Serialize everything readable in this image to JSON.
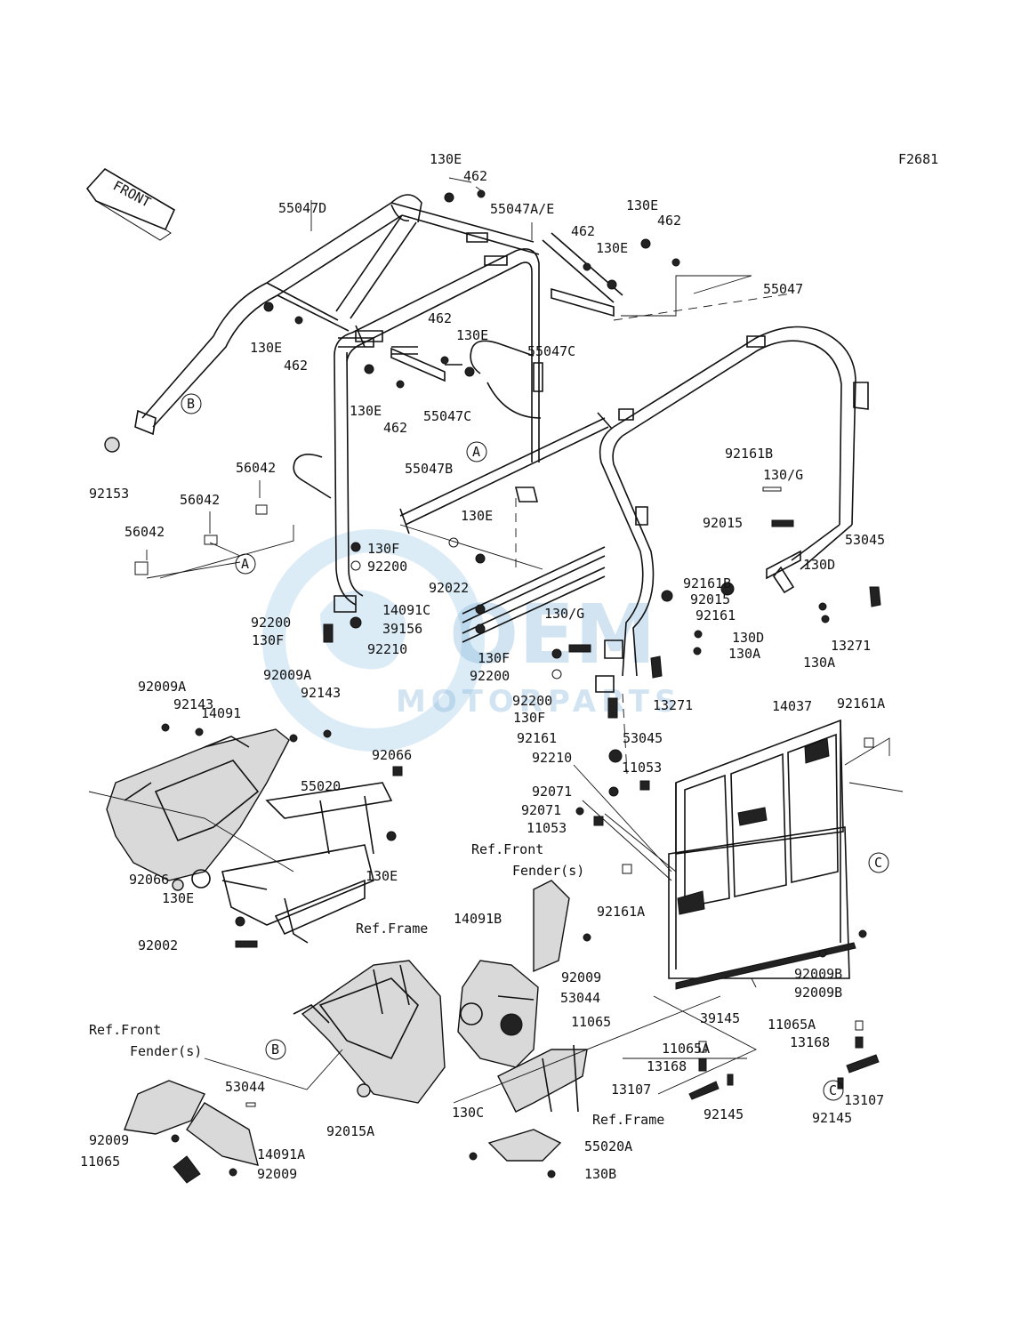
{
  "figure_code": "F2681",
  "front_label": "FRONT",
  "watermark": {
    "main": "OEM",
    "sub": "MOTORPARTS",
    "color": "#9cc8e8"
  },
  "ref_markers": [
    "A",
    "A",
    "B",
    "B",
    "C",
    "C"
  ],
  "ref_notes": {
    "front_fender_right": "Ref.Front\nFender(s)",
    "front_fender_left": "Ref.Front\nFender(s)",
    "frame_top": "Ref.Frame",
    "frame_bottom": "Ref.Frame"
  },
  "part_labels": [
    "130E",
    "462",
    "55047A/E",
    "55047D",
    "130E",
    "462",
    "462",
    "130E",
    "55047",
    "130E",
    "462",
    "462",
    "130E",
    "55047C",
    "130E",
    "462",
    "55047C",
    "92153",
    "56042",
    "56042",
    "56042",
    "55047B",
    "130E",
    "130F",
    "92200",
    "92022",
    "92200",
    "130F",
    "92210",
    "14091C",
    "39156",
    "130/G",
    "130F",
    "92200",
    "92200",
    "130F",
    "92161",
    "92210",
    "53045",
    "13271",
    "92161B",
    "130/G",
    "92015",
    "92161B",
    "92015",
    "92161",
    "130D",
    "130A",
    "53045",
    "130D",
    "13271",
    "130A",
    "92009A",
    "92143",
    "14091",
    "92009A",
    "92143",
    "92066",
    "55020",
    "130E",
    "92066",
    "130E",
    "92002",
    "11053",
    "92071",
    "92071",
    "11053",
    "14037",
    "92161A",
    "92161A",
    "14091B",
    "92009",
    "53044",
    "11065",
    "39145",
    "92009B",
    "92009B",
    "11065A",
    "13168",
    "11065A",
    "13168",
    "13107",
    "13107",
    "92145",
    "92145",
    "130C",
    "55020A",
    "130B",
    "53044",
    "92009",
    "11065",
    "14091A",
    "92009",
    "92015A"
  ]
}
